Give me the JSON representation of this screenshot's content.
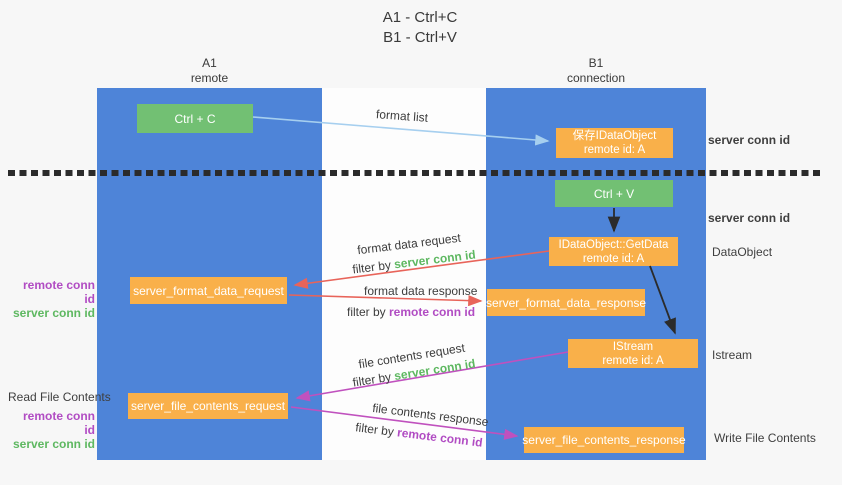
{
  "title": {
    "line1": "A1 - Ctrl+C",
    "line2": "B1 - Ctrl+V"
  },
  "lanes": {
    "left": {
      "header_line1": "A1",
      "header_line2": "remote"
    },
    "right": {
      "header_line1": "B1",
      "header_line2": "connection"
    }
  },
  "nodes": {
    "ctrl_c": "Ctrl + C",
    "ctrl_v": "Ctrl + V",
    "save_idataobject_line1": "保存IDataObject",
    "save_idataobject_line2": "remote id: A",
    "getdata_line1": "IDataObject::GetData",
    "getdata_line2": "remote id: A",
    "istream_line1": "IStream",
    "istream_line2": "remote id: A",
    "format_request": "server_format_data_request",
    "format_response": "server_format_data_response",
    "file_request": "server_file_contents_request",
    "file_response": "server_file_contents_response"
  },
  "edge_labels": {
    "format_list": "format list",
    "format_data_request": "format data request",
    "format_data_response": "format data response",
    "file_contents_request": "file contents request",
    "file_contents_response": "file contents response",
    "filter_by": "filter by ",
    "server_conn_id": "server conn id",
    "remote_conn_id": "remote conn id"
  },
  "annotations": {
    "server_conn_id_top": "server conn id",
    "server_conn_id_mid": "server conn id",
    "dataobject": "DataObject",
    "istream": "Istream",
    "write_file_contents": "Write File Contents",
    "read_file_contents": "Read File Contents",
    "remote_conn_id": "remote conn id",
    "server_conn_id": "server conn id"
  },
  "colors": {
    "lane_blue": "#4e84d8",
    "node_green": "#72c073",
    "node_orange": "#f9b04a",
    "arrow_light_blue": "#a6cfef",
    "arrow_red": "#e8645a",
    "arrow_magenta": "#c051be",
    "arrow_black": "#2b2b2b",
    "text_green": "#5eb861",
    "text_purple": "#b14cc3",
    "text_gray": "#3d3d3d"
  }
}
